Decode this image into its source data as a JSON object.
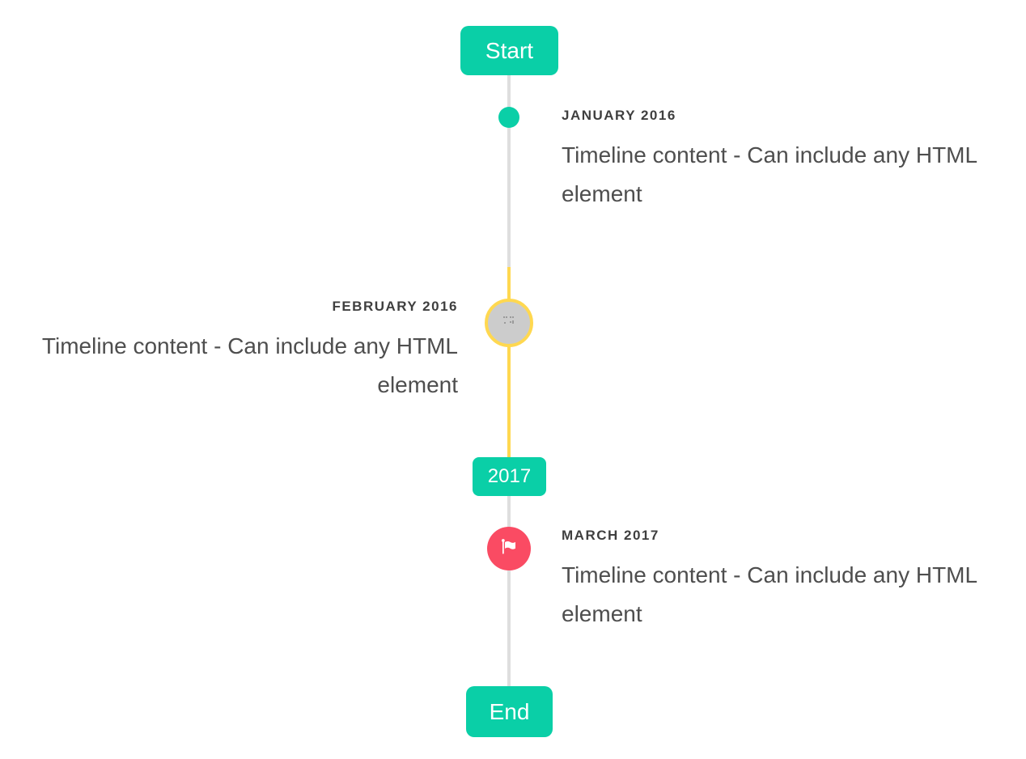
{
  "timeline": {
    "start_label": "Start",
    "end_label": "End",
    "year_badge": "2017",
    "entries": [
      {
        "title": "JANUARY 2016",
        "body": "Timeline content - Can include any HTML element",
        "side": "right",
        "marker": "teal-dot"
      },
      {
        "title": "FEBRUARY 2016",
        "body": "Timeline content - Can include any HTML element",
        "side": "left",
        "marker": "broken-image-circle-yellow-ring"
      },
      {
        "title": "MARCH 2017",
        "body": "Timeline content - Can include any HTML element",
        "side": "right",
        "marker": "flag-circle-red"
      }
    ]
  },
  "colors": {
    "teal": "#0ACFA7",
    "yellow": "#FFD850",
    "red": "#FA4B63",
    "line_gray": "#DEDEDE",
    "circle_gray": "#CCCCCC",
    "title_color": "#3F3F3F",
    "body_color": "#4E4E4E",
    "button_text": "#FFFFFF",
    "bg": "#FFFFFF"
  }
}
